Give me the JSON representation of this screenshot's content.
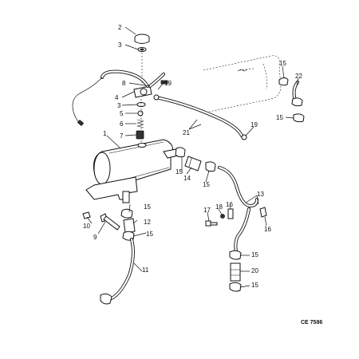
{
  "diagram": {
    "reference": "CE 7586",
    "callouts": [
      "1",
      "2",
      "3",
      "4",
      "5",
      "6",
      "7",
      "8",
      "9",
      "10",
      "11",
      "12",
      "13",
      "14",
      "15",
      "16",
      "17",
      "18",
      "19",
      "20",
      "21",
      "22"
    ]
  }
}
